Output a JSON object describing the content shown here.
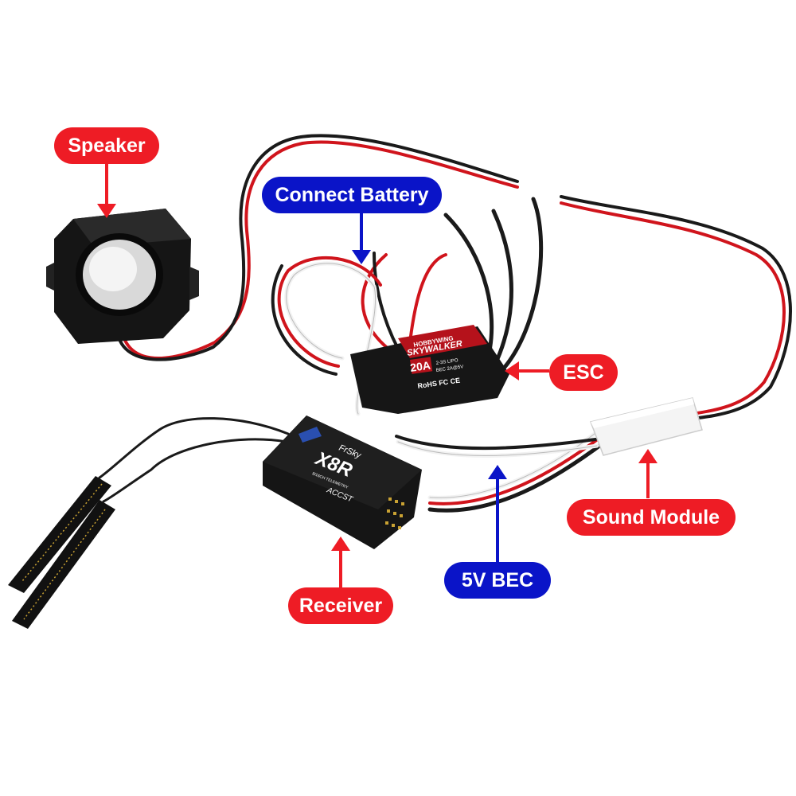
{
  "colors": {
    "label_red": "#ee1c25",
    "label_blue": "#0a14c8",
    "wire_red": "#d0141c",
    "wire_black": "#1a1a1a",
    "wire_white": "#f2f2f2"
  },
  "labels": {
    "speaker": "Speaker",
    "connect_battery": "Connect Battery",
    "esc": "ESC",
    "sound_module": "Sound Module",
    "bec": "5V BEC",
    "receiver": "Receiver"
  },
  "esc_print": {
    "brand": "HOBBYWING",
    "model": "SKYWALKER",
    "amps": "20A",
    "spec_1": "2-3S LIPO",
    "spec_2": "BEC 2A@5V",
    "marks": "RoHS FC CE"
  },
  "receiver_print": {
    "brand": "FrSky",
    "model": "X8R",
    "subtitle": "8/16CH TELEMETRY",
    "accst": "ACCST"
  }
}
